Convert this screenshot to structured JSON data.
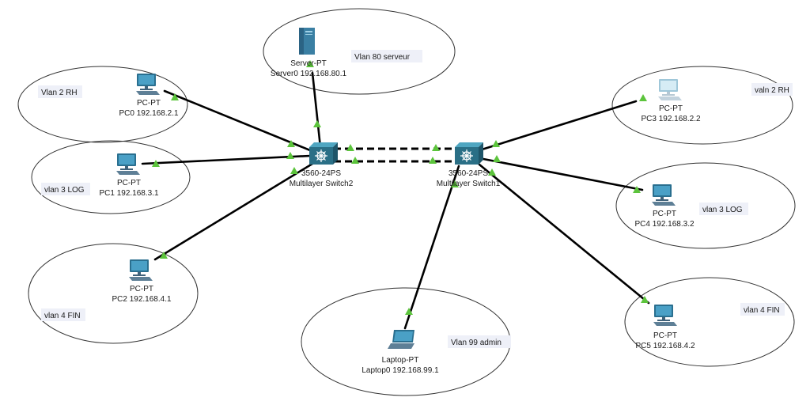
{
  "zones": [
    {
      "id": "z-rh-left",
      "label": "Vlan 2 RH"
    },
    {
      "id": "z-log-left",
      "label": "vlan 3 LOG"
    },
    {
      "id": "z-fin-left",
      "label": "vlan 4 FIN"
    },
    {
      "id": "z-server",
      "label": "Vlan 80 serveur"
    },
    {
      "id": "z-admin",
      "label": "Vlan 99 admin"
    },
    {
      "id": "z-rh-right",
      "label": "valn 2 RH"
    },
    {
      "id": "z-log-right",
      "label": "vlan 3 LOG"
    },
    {
      "id": "z-fin-right",
      "label": "vlan 4 FIN"
    }
  ],
  "devices": [
    {
      "id": "server0",
      "icon": "server-icon",
      "type": "Server-PT",
      "name": "Server0 192.168.80.1"
    },
    {
      "id": "pc0",
      "icon": "pc-icon",
      "type": "PC-PT",
      "name": "PC0 192.168.2.1"
    },
    {
      "id": "pc1",
      "icon": "pc-icon",
      "type": "PC-PT",
      "name": "PC1 192.168.3.1"
    },
    {
      "id": "pc2",
      "icon": "pc-icon",
      "type": "PC-PT",
      "name": "PC2 192.168.4.1"
    },
    {
      "id": "pc3",
      "icon": "pc-icon",
      "type": "PC-PT",
      "name": "PC3 192.168.2.2"
    },
    {
      "id": "pc4",
      "icon": "pc-icon",
      "type": "PC-PT",
      "name": "PC4 192.168.3.2"
    },
    {
      "id": "pc5",
      "icon": "pc-icon",
      "type": "PC-PT",
      "name": "PC5 192.168.4.2"
    },
    {
      "id": "laptop0",
      "icon": "laptop-icon",
      "type": "Laptop-PT",
      "name": "Laptop0 192.168.99.1"
    },
    {
      "id": "sw2",
      "icon": "multilayer-switch-icon",
      "type": "3560-24PS",
      "name": "Multilayer Switch2"
    },
    {
      "id": "sw1",
      "icon": "multilayer-switch-icon",
      "type": "3560-24PS",
      "name": "Multilayer Switch1"
    }
  ],
  "links": [
    {
      "from": "server0",
      "to": "sw2"
    },
    {
      "from": "pc0",
      "to": "sw2"
    },
    {
      "from": "pc1",
      "to": "sw2"
    },
    {
      "from": "pc2",
      "to": "sw2"
    },
    {
      "from": "pc3",
      "to": "sw1"
    },
    {
      "from": "pc4",
      "to": "sw1"
    },
    {
      "from": "pc5",
      "to": "sw1"
    },
    {
      "from": "laptop0",
      "to": "sw1"
    }
  ],
  "trunks": [
    {
      "from": "sw2",
      "to": "sw1",
      "style": "dashed"
    },
    {
      "from": "sw2",
      "to": "sw1",
      "style": "dashed"
    }
  ],
  "colors": {
    "link_indicator": "#5cc43c",
    "switch_body": "#2f7f95",
    "pc_screen": "#3f93b5",
    "pc_screen_faded": "#a9d3e6",
    "server_body": "#3a7fa3"
  }
}
